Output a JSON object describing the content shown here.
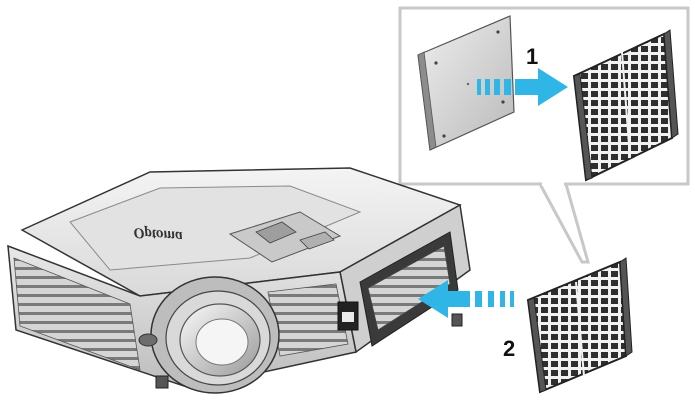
{
  "steps": [
    {
      "number": "1"
    },
    {
      "number": "2"
    }
  ],
  "projector": {
    "brand": "Optoma"
  },
  "colors": {
    "arrow": "#2fb6e6",
    "callout_border": "#c8c8c8",
    "body_light": "#f2f2f2",
    "body_mid": "#cfcfcf",
    "body_dark": "#2a2a2a",
    "filter_dark": "#333333"
  },
  "icons": [
    "dust-filter-icon",
    "filter-cover-icon",
    "projector-icon",
    "removal-arrow-icon",
    "insert-arrow-icon"
  ]
}
